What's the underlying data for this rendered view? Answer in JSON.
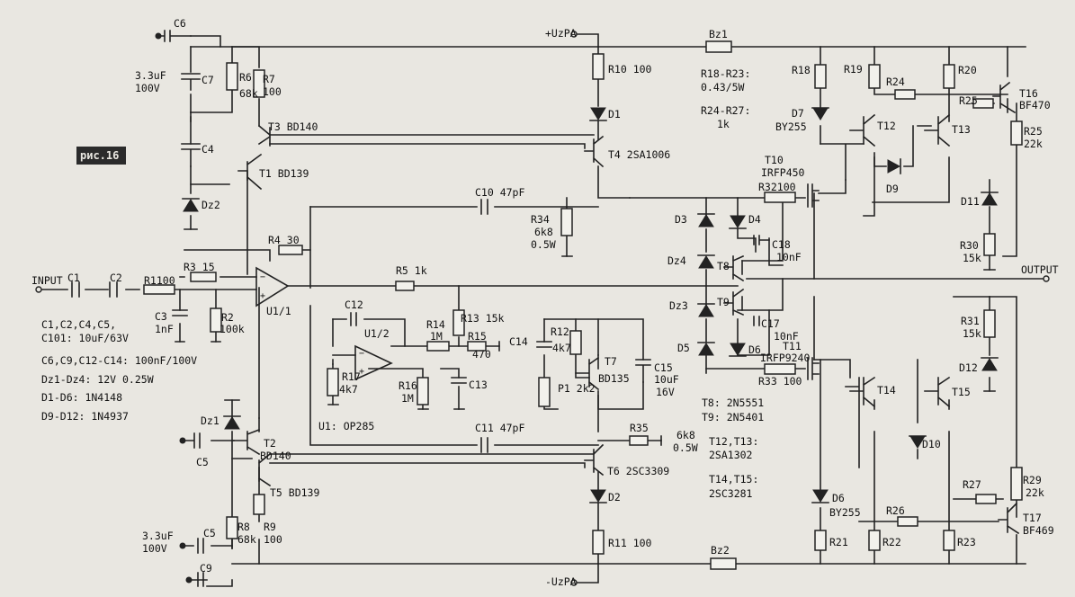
{
  "figure_tag": "рис.16",
  "supplies": {
    "pos": "+UzPA",
    "neg": "-UzPA"
  },
  "ports": {
    "input": "INPUT",
    "output": "OUTPUT"
  },
  "labels": {
    "C6": "C6",
    "C7": "C7",
    "C7v": "3.3uF",
    "C7r": "100V",
    "R6t": "R6",
    "R6tv": "68k",
    "R7": "R7",
    "R7v": "100",
    "C4": "C4",
    "Dz2": "Dz2",
    "T3": "T3 BD140",
    "T1": "T1 BD139",
    "T4": "T4 2SA1006",
    "R10": "R10 100",
    "D1": "D1",
    "Bz1": "Bz1",
    "R18note": "R18-R23:",
    "R18noteV": "0.43/5W",
    "R24note": "R24-R27:",
    "R24noteV": "1k",
    "R18": "R18",
    "R19": "R19",
    "R20": "R20",
    "R24": "R24",
    "R25a": "R25",
    "T16": "T16",
    "T16t": "BF470",
    "R25b": "R25",
    "R25bv": "22k",
    "D7": "D7",
    "D7t": "BY255",
    "T12": "T12",
    "T13": "T13",
    "T10": "T10",
    "T10t": "IRFP450",
    "D9": "D9",
    "D11": "D11",
    "C10": "C10 47pF",
    "R34": "R34",
    "R34v": "6k8",
    "R34w": "0.5W",
    "R32": "R32100",
    "D3": "D3",
    "D4": "D4",
    "C18": "C18",
    "C18v": "10nF",
    "R30": "R30",
    "R30v": "15k",
    "R4": "R4 30",
    "R3": "R3 15",
    "Dz4": "Dz4",
    "T8": "T8",
    "C1": "C1",
    "C2": "C2",
    "R1": "R1100",
    "C3": "C3",
    "C3v": "1nF",
    "R2": "R2",
    "R2v": "100k",
    "U11": "U1/1",
    "R5": "R5 1k",
    "C12": "C12",
    "U12": "U1/2",
    "R14": "R14",
    "R14v": "1M",
    "R13": "R13 15k",
    "R15": "R15",
    "R15v": "470",
    "C14": "C14",
    "R12": "R12",
    "R12v": "4k7",
    "T7": "T7",
    "T7t": "BD135",
    "C15": "C15",
    "C15v": "10uF",
    "C15w": "16V",
    "P1": "P1 2k2",
    "R17": "R17",
    "R17v": "4k7",
    "R16": "R16",
    "R16v": "1M",
    "C13": "C13",
    "U1": "U1: OP285",
    "Dz3": "Dz3",
    "T9": "T9",
    "C17": "C17",
    "C17v": "10nF",
    "D5": "D5",
    "D6a": "D6",
    "T11": "T11",
    "T11t": "IRFP9240",
    "R33": "R33 100",
    "R31": "R31",
    "R31v": "15k",
    "D12": "D12",
    "T8n": "T8:  2N5551",
    "T9n": "T9:  2N5401",
    "T1213": "T12,T13:",
    "T1213v": "2SA1302",
    "T1415": "T14,T15:",
    "T1415v": "2SC3281",
    "T14": "T14",
    "T15": "T15",
    "D10": "D10",
    "C11": "C11 47pF",
    "R35": "R35",
    "R35v": "6k8",
    "R35w": "0.5W",
    "T6": "T6 2SC3309",
    "Dz1": "Dz1",
    "C5a": "C5",
    "T2": "T2",
    "T2t": "BD140",
    "T5": "T5 BD139",
    "D2": "D2",
    "R11": "R11 100",
    "C5b": "C5",
    "C5bv": "3.3uF",
    "C5bw": "100V",
    "R8": "R8",
    "R8v": "68k",
    "R9": "R9",
    "R9v": "100",
    "C9": "C9",
    "Bz2": "Bz2",
    "D6b": "D6",
    "D6bt": "BY255",
    "R21": "R21",
    "R22": "R22",
    "R23": "R23",
    "R26": "R26",
    "R27": "R27",
    "R29": "R29",
    "R29v": "22k",
    "T17": "T17",
    "T17t": "BF469"
  },
  "notes": [
    "C1,C2,C4,C5,",
    "C101: 10uF/63V",
    "C6,C9,C12-C14: 100nF/100V",
    "Dz1-Dz4: 12V 0.25W",
    "D1-D6: 1N4148",
    "D9-D12: 1N4937"
  ]
}
